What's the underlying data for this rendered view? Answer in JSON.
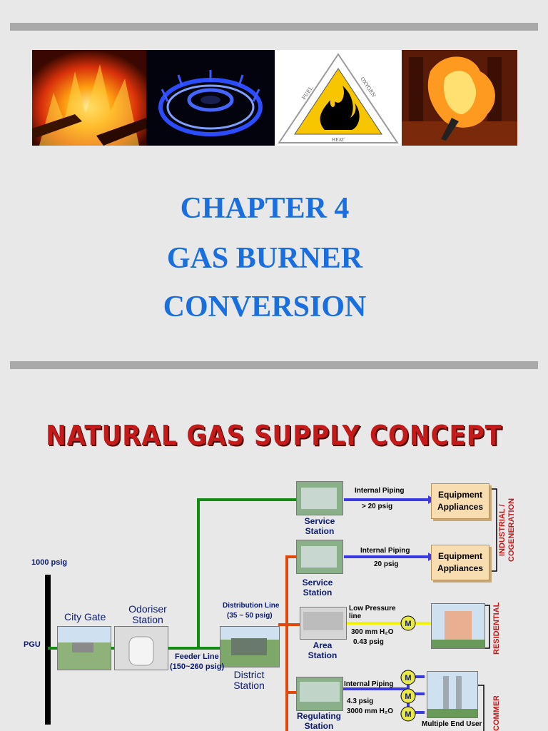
{
  "slide1": {
    "chapter": "CHAPTER 4",
    "title_line1": "GAS BURNER",
    "title_line2": "CONVERSION",
    "photos": [
      "wood-fire-photo",
      "gas-stove-flame-photo",
      "fire-triangle-sign",
      "person-on-fire-photo"
    ],
    "fire_triangle": {
      "left": "FUEL",
      "right": "OXYGEN",
      "bottom": "HEAT"
    }
  },
  "slide2": {
    "title": "NATURAL GAS SUPPLY CONCEPT",
    "pressure_top": "1000 psig",
    "pgu": "PGU",
    "city_gate": "City Gate",
    "odoriser_station": "Odoriser Station",
    "feeder_line": "Feeder Line",
    "feeder_pressure": "(150~260 psig)",
    "distribution_line": "Distribution Line",
    "distribution_pressure": "(35 ~ 50 psig)",
    "district_station": "District Station",
    "branches": [
      {
        "station": "Service Station",
        "pipe": "Internal Piping",
        "pressure": "> 20 psig",
        "equip1": "Equipment",
        "equip2": "Appliances"
      },
      {
        "station": "Service Station",
        "pipe": "Internal Piping",
        "pressure": "20 psig",
        "equip1": "Equipment",
        "equip2": "Appliances"
      },
      {
        "station": "Area Station",
        "pipe": "Low Pressure line",
        "pressure1": "300 mm H₂O",
        "pressure2": "0.43 psig"
      },
      {
        "station": "Regulating Station",
        "pipe": "Internal Piping",
        "pressure1": "4.3  psig",
        "pressure2": "3000 mm H₂O",
        "end": "Multiple End User"
      }
    ],
    "meter": "M",
    "sectors": {
      "industrial": "INDUSTRIAL / COGENERATION",
      "residential": "RESIDENTIAL",
      "commercial": "COMMERCIAL"
    },
    "colors": {
      "green": "#138a13",
      "orange": "#e0480c",
      "blue": "#3a3ae0",
      "yellow": "#f2f20a",
      "meter": "#e8e84a"
    }
  }
}
